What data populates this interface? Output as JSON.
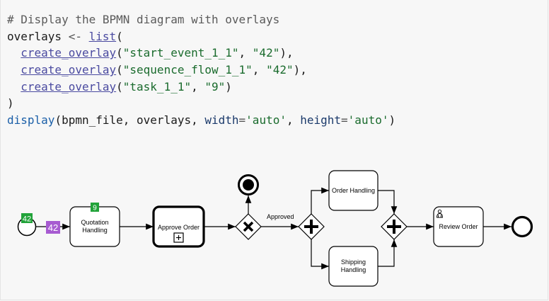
{
  "code": {
    "lines": [
      [
        {
          "t": "# Display the BPMN diagram with overlays",
          "c": "comment"
        }
      ],
      [
        {
          "t": "overlays ",
          "c": ""
        },
        {
          "t": "<-",
          "c": "op"
        },
        {
          "t": " ",
          "c": ""
        },
        {
          "t": "list",
          "c": "fn"
        },
        {
          "t": "(",
          "c": ""
        }
      ],
      [
        {
          "t": "  ",
          "c": ""
        },
        {
          "t": "create_overlay",
          "c": "fn"
        },
        {
          "t": "(",
          "c": ""
        },
        {
          "t": "\"start_event_1_1\"",
          "c": "str"
        },
        {
          "t": ", ",
          "c": ""
        },
        {
          "t": "\"42\"",
          "c": "str"
        },
        {
          "t": "),",
          "c": ""
        }
      ],
      [
        {
          "t": "  ",
          "c": ""
        },
        {
          "t": "create_overlay",
          "c": "fn"
        },
        {
          "t": "(",
          "c": ""
        },
        {
          "t": "\"sequence_flow_1_1\"",
          "c": "str"
        },
        {
          "t": ", ",
          "c": ""
        },
        {
          "t": "\"42\"",
          "c": "str"
        },
        {
          "t": "),",
          "c": ""
        }
      ],
      [
        {
          "t": "  ",
          "c": ""
        },
        {
          "t": "create_overlay",
          "c": "fn"
        },
        {
          "t": "(",
          "c": ""
        },
        {
          "t": "\"task_1_1\"",
          "c": "str"
        },
        {
          "t": ", ",
          "c": ""
        },
        {
          "t": "\"9\"",
          "c": "str"
        },
        {
          "t": ")",
          "c": ""
        }
      ],
      [
        {
          "t": ")",
          "c": ""
        }
      ],
      [
        {
          "t": "display",
          "c": "kw"
        },
        {
          "t": "(bpmn_file, overlays, ",
          "c": ""
        },
        {
          "t": "width",
          "c": "arg"
        },
        {
          "t": "=",
          "c": "op"
        },
        {
          "t": "'auto'",
          "c": "str"
        },
        {
          "t": ", ",
          "c": ""
        },
        {
          "t": "height",
          "c": "arg"
        },
        {
          "t": "=",
          "c": "op"
        },
        {
          "t": "'auto'",
          "c": "str"
        },
        {
          "t": ")",
          "c": ""
        }
      ]
    ]
  },
  "diagram": {
    "tasks": {
      "quotation": "Quotation Handling",
      "approve": "Approve Order",
      "order_handling": "Order Handling",
      "shipping": "Shipping Handling",
      "review": "Review Order"
    },
    "flow_label_approved": "Approved",
    "overlays": {
      "start_event": "42",
      "sequence_flow": "42",
      "task": "9"
    },
    "colors": {
      "overlay_green": "#22a33a",
      "overlay_purple": "#a75bd1",
      "stroke": "#000000"
    }
  }
}
